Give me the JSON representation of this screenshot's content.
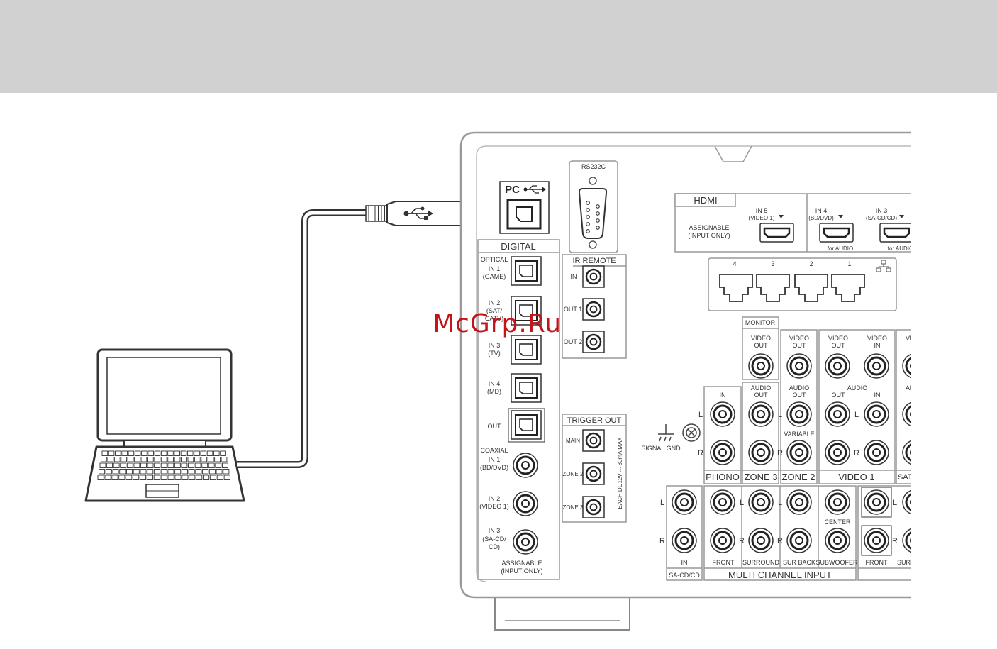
{
  "watermark": "McGrp.Ru",
  "labels": {
    "pc": "PC",
    "rs232c": "RS232C",
    "hdmi": "HDMI",
    "hdmi_assignable_1": "ASSIGNABLE",
    "hdmi_assignable_2": "(INPUT ONLY)",
    "hdmi_in5_1": "IN 5",
    "hdmi_in5_2": "(VIDEO 1)",
    "hdmi_in4_1": "IN 4",
    "hdmi_in4_2": "(BD/DVD)",
    "hdmi_in3_1": "IN 3",
    "hdmi_in3_2": "(SA-CD/CD)",
    "for_audio": "for AUDIO",
    "lan_4": "4",
    "lan_3": "3",
    "lan_2": "2",
    "lan_1": "1",
    "digital": "DIGITAL",
    "optical": "OPTICAL",
    "opt_in1_1": "IN 1",
    "opt_in1_2": "(GAME)",
    "opt_in2_1": "IN 2",
    "opt_in2_2": "(SAT/",
    "opt_in2_3": "CATV)",
    "opt_in3_1": "IN 3",
    "opt_in3_2": "(TV)",
    "opt_in4_1": "IN 4",
    "opt_in4_2": "(MD)",
    "opt_out": "OUT",
    "coaxial": "COAXIAL",
    "coax_in1_1": "IN 1",
    "coax_in1_2": "(BD/DVD)",
    "coax_in2_1": "IN 2",
    "coax_in2_2": "(VIDEO 1)",
    "coax_in3_1": "IN 3",
    "coax_in3_2": "(SA-CD/",
    "coax_in3_3": "CD)",
    "coax_assign_1": "ASSIGNABLE",
    "coax_assign_2": "(INPUT ONLY)",
    "ir_remote": "IR REMOTE",
    "ir_in": "IN",
    "ir_out1": "OUT 1",
    "ir_out2": "OUT 2",
    "trigger_out": "TRIGGER OUT",
    "trig_main": "MAIN",
    "trig_zone2": "ZONE 2",
    "trig_zone3": "ZONE 3",
    "trig_rating": "EACH DC12V ⎓ 80mA MAX",
    "signal_gnd": "SIGNAL GND",
    "monitor": "MONITOR",
    "video_out": "VIDEO",
    "video_out_2": "OUT",
    "video_in": "VIDEO",
    "video_in_2": "IN",
    "audio": "AUDIO",
    "audio_out_1": "AUDIO",
    "audio_out_2": "OUT",
    "out": "OUT",
    "in": "IN",
    "variable": "VARIABLE",
    "l": "L",
    "r": "R",
    "phono": "PHONO",
    "zone3": "ZONE 3",
    "zone2": "ZONE 2",
    "video1": "VIDEO 1",
    "sat_partial": "SAT/",
    "vi_partial": "VI",
    "au_partial": "AU",
    "center": "CENTER",
    "front": "FRONT",
    "surround": "SURROUND",
    "sur_back": "SUR BACK",
    "subwoofer": "SUBWOOFER",
    "surr_partial": "SURR",
    "sacd_cd": "SA-CD/CD",
    "multi_channel_input": "MULTI CHANNEL INPUT"
  }
}
